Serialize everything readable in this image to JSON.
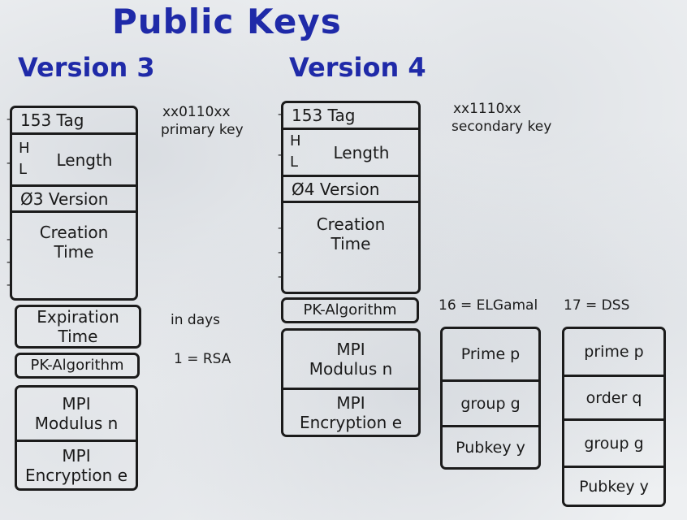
{
  "title": "Public Keys",
  "version3": {
    "title": "Version 3",
    "header": {
      "tag": "153 Tag",
      "len_hl": [
        "H",
        "L"
      ],
      "length": "Length",
      "version": "Ø3 Version",
      "creation": [
        "Creation",
        "Time"
      ]
    },
    "expiration": [
      "Expiration",
      "Time"
    ],
    "pk_algorithm": "PK-Algorithm",
    "mpi_modulus": [
      "MPI",
      "Modulus n"
    ],
    "mpi_encryption": [
      "MPI",
      "Encryption e"
    ],
    "notes": {
      "tag_bits": "xx0110xx",
      "tag_desc": "primary key",
      "expiration": "in days",
      "algo": "1 = RSA"
    }
  },
  "version4": {
    "title": "Version 4",
    "header": {
      "tag": "153 Tag",
      "len_hl": [
        "H",
        "L"
      ],
      "length": "Length",
      "version": "Ø4 Version",
      "creation": [
        "Creation",
        "Time"
      ]
    },
    "pk_algorithm": "PK-Algorithm",
    "mpi_modulus": [
      "MPI",
      "Modulus n"
    ],
    "mpi_encryption": [
      "MPI",
      "Encryption e"
    ],
    "notes": {
      "tag_bits": "xx1110xx",
      "tag_desc": "secondary key"
    }
  },
  "elgamal": {
    "label": "16 = ELGamal",
    "fields": [
      "Prime p",
      "group g",
      "Pubkey y"
    ]
  },
  "dss": {
    "label": "17 = DSS",
    "fields": [
      "prime p",
      "order q",
      "group g",
      "Pubkey y"
    ]
  }
}
